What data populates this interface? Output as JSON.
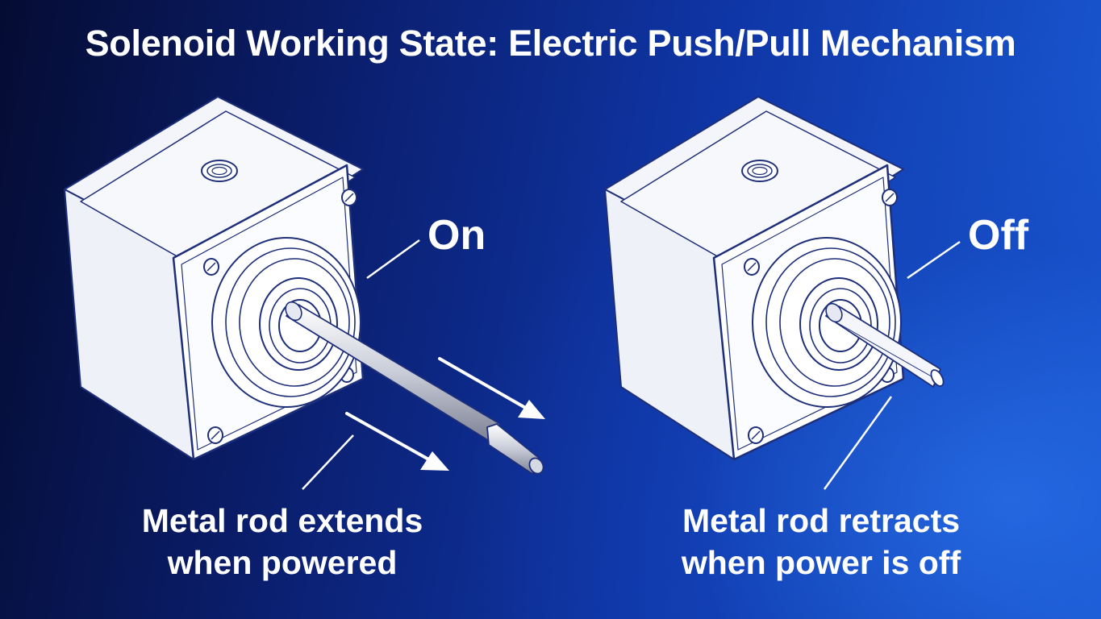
{
  "title": "Solenoid Working State: Electric Push/Pull Mechanism",
  "states": {
    "on": {
      "label": "On",
      "caption_line1": "Metal rod extends",
      "caption_line2": "when powered"
    },
    "off": {
      "label": "Off",
      "caption_line1": "Metal rod retracts",
      "caption_line2": "when power is off"
    }
  },
  "colors": {
    "background_dark": "#050c33",
    "background_light": "#1a5bd6",
    "text": "#ffffff",
    "outline": "#1e2f7a"
  }
}
